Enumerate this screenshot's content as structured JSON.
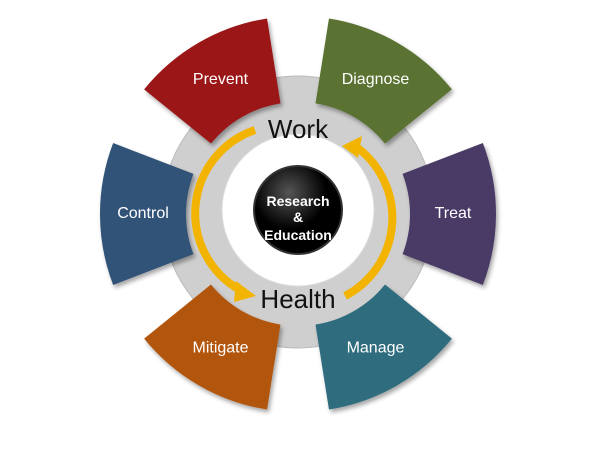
{
  "segments": [
    {
      "label": "Prevent",
      "color": "#9b1518"
    },
    {
      "label": "Diagnose",
      "color": "#5a7230"
    },
    {
      "label": "Treat",
      "color": "#4a3a66"
    },
    {
      "label": "Manage",
      "color": "#2e6c7e"
    },
    {
      "label": "Mitigate",
      "color": "#b3570f"
    },
    {
      "label": "Control",
      "color": "#305378"
    }
  ],
  "ring": {
    "top_word": "Work",
    "bottom_word": "Health"
  },
  "center": {
    "line1": "Research",
    "line2": "&",
    "line3": "Education"
  },
  "colors": {
    "ring": "#cfcfcf",
    "arrow": "#f2b400",
    "hub": "#000000"
  }
}
